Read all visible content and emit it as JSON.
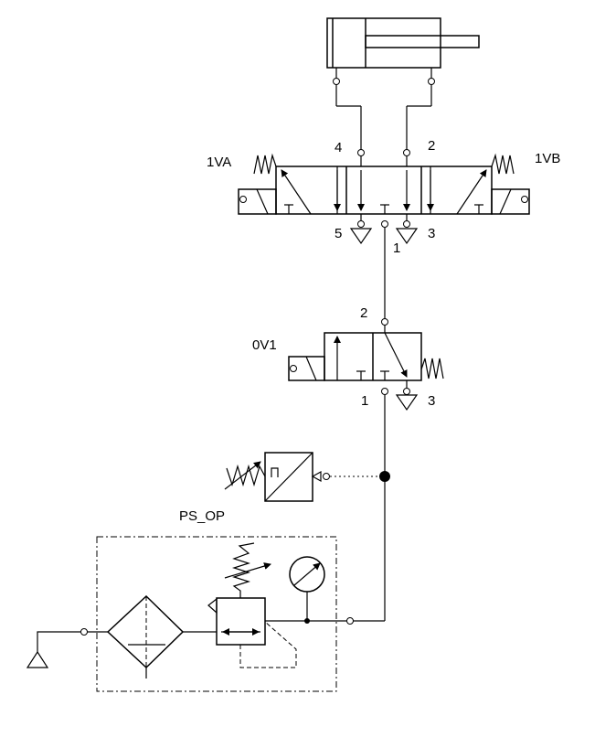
{
  "labels": {
    "valve_1va": "1VA",
    "valve_1vb": "1VB",
    "valve_0v1": "0V1",
    "pressure_switch": "PS_OP",
    "port_4": "4",
    "port_2_top": "2",
    "port_5": "5",
    "port_3_top": "3",
    "port_1_top": "1",
    "port_2_mid": "2",
    "port_1_mid": "1",
    "port_3_mid": "3"
  }
}
